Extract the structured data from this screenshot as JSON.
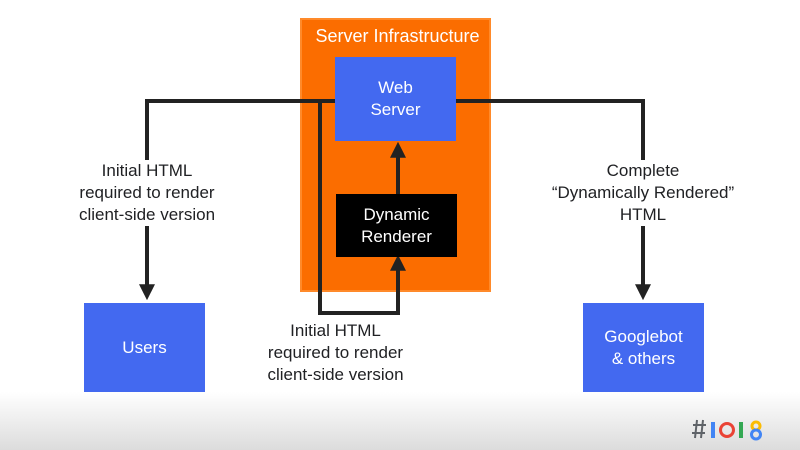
{
  "infrastructure": {
    "title": "Server Infrastructure"
  },
  "nodes": {
    "web_server": "Web\nServer",
    "dynamic_renderer": "Dynamic\nRenderer",
    "users": "Users",
    "googlebot": "Googlebot\n& others"
  },
  "edge_labels": {
    "to_users": "Initial HTML\nrequired to render\nclient-side version",
    "to_renderer": "Initial HTML\nrequired to render\nclient-side version",
    "to_googlebot": "Complete\n“Dynamically Rendered”\nHTML"
  },
  "colors": {
    "infrastructure": "#fb6d00",
    "node_blue": "#4369f0",
    "renderer": "#000000",
    "connector": "#222222"
  },
  "branding": {
    "logo": "#io18"
  }
}
